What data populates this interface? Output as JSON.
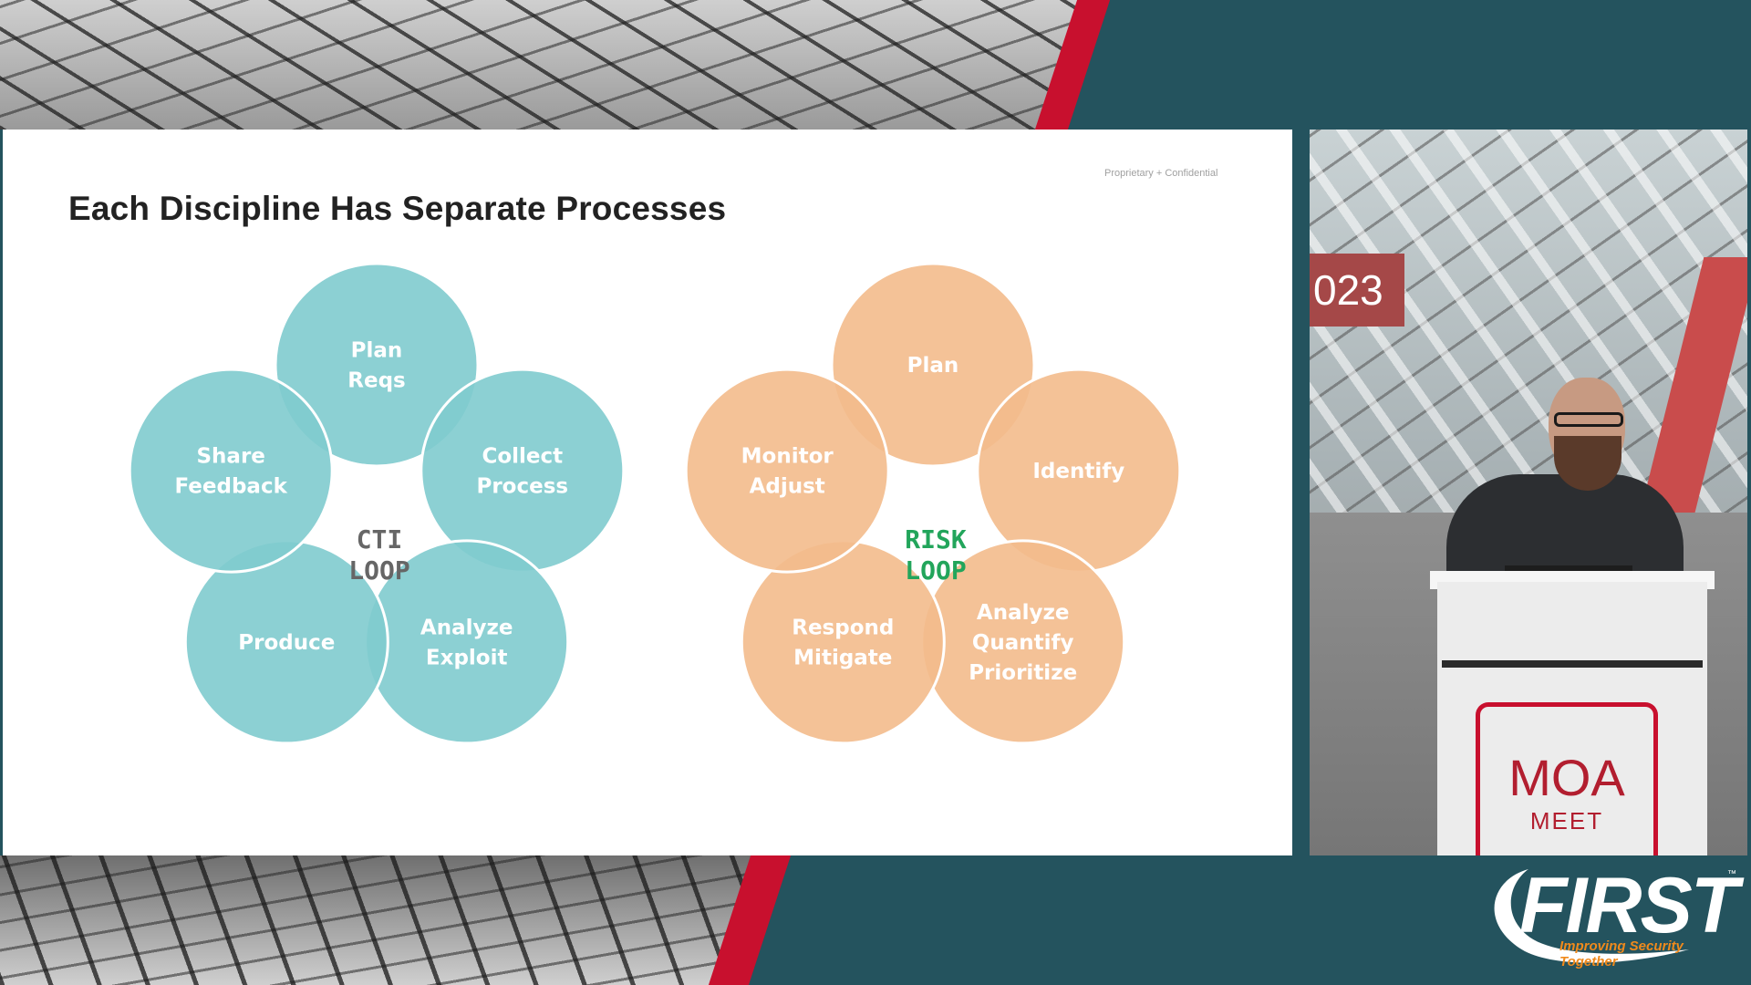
{
  "slide": {
    "title": "Each Discipline Has Separate Processes",
    "confidential": "Proprietary + Confidential"
  },
  "loops": [
    {
      "center": [
        "CTI",
        "LOOP"
      ],
      "center_color": "#666666",
      "circle_color": "#7fcbce",
      "circles": [
        {
          "lines": [
            "Plan",
            "Reqs"
          ]
        },
        {
          "lines": [
            "Collect",
            "Process"
          ]
        },
        {
          "lines": [
            "Analyze",
            "Exploit"
          ]
        },
        {
          "lines": [
            "Produce"
          ]
        },
        {
          "lines": [
            "Share",
            "Feedback"
          ]
        }
      ]
    },
    {
      "center": [
        "RISK",
        "LOOP"
      ],
      "center_color": "#22a55b",
      "circle_color": "#f3bb8c",
      "circles": [
        {
          "lines": [
            "Plan"
          ]
        },
        {
          "lines": [
            "Identify"
          ]
        },
        {
          "lines": [
            "Analyze",
            "Quantify",
            "Prioritize"
          ]
        },
        {
          "lines": [
            "Respond",
            "Mitigate"
          ]
        },
        {
          "lines": [
            "Monitor",
            "Adjust"
          ]
        }
      ]
    }
  ],
  "video": {
    "year_fragment": "023",
    "podium_sign_line1": "MOA",
    "podium_sign_line2": "MEET"
  },
  "logo": {
    "wordmark": "FIRST",
    "trademark": "™",
    "tagline": "Improving Security Together"
  }
}
